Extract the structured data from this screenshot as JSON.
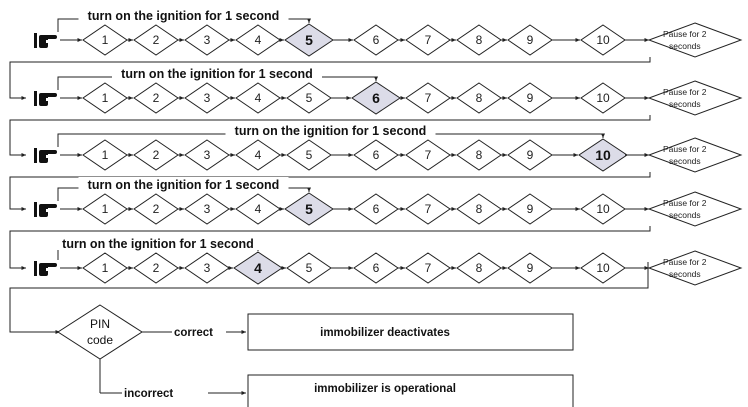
{
  "rows": [
    {
      "label": "turn on the ignition for 1 second",
      "highlight": 5,
      "pause": [
        "Pause for 2",
        "seconds"
      ]
    },
    {
      "label": "turn on the ignition for 1 second",
      "highlight": 6,
      "pause": [
        "Pause for 2",
        "seconds"
      ]
    },
    {
      "label": "turn on the ignition for 1 second",
      "highlight": 10,
      "pause": [
        "Pause for 2",
        "seconds"
      ]
    },
    {
      "label": "turn on the ignition for 1 second",
      "highlight": 5,
      "pause": [
        "Pause for 2",
        "seconds"
      ]
    },
    {
      "label": "turn on the ignition for 1 second",
      "highlight": 4,
      "pause": [
        "Pause for 2",
        "seconds"
      ]
    }
  ],
  "steps": [
    "1",
    "2",
    "3",
    "4",
    "5",
    "6",
    "7",
    "8",
    "9",
    "10"
  ],
  "decision": {
    "line1": "PIN",
    "line2": "code",
    "correct_label": "correct",
    "incorrect_label": "incorrect",
    "correct_result": "immobilizer deactivates",
    "incorrect_result": "immobilizer is operational"
  },
  "colors": {
    "line": "#222222",
    "highlight_fill": "#dcdce8",
    "box_fill": "#ffffff"
  }
}
